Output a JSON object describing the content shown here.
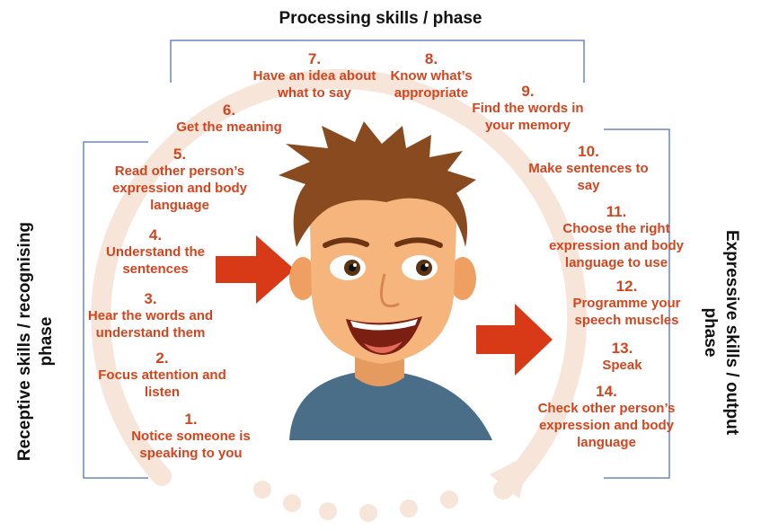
{
  "titles": {
    "top": "Processing skills / phase",
    "left": "Receptive skills / recognising phase",
    "right": "Expressive  skills / output phase"
  },
  "colors": {
    "accent": "#d2451e",
    "bracket": "#6b86c4",
    "circle": "#f6e5d8",
    "shirt": "#4a6d88",
    "skin": "#f2b27a",
    "hair": "#8a4a1f"
  },
  "steps": [
    {
      "num": "1.",
      "text": "Notice someone is speaking to you"
    },
    {
      "num": "2.",
      "text": "Focus attention and listen"
    },
    {
      "num": "3.",
      "text": "Hear the words and understand them"
    },
    {
      "num": "4.",
      "text": "Understand the sentences"
    },
    {
      "num": "5.",
      "text": "Read other person’s expression and body language"
    },
    {
      "num": "6.",
      "text": "Get the meaning"
    },
    {
      "num": "7.",
      "text": "Have an idea about what to say"
    },
    {
      "num": "8.",
      "text": "Know what’s appropriate"
    },
    {
      "num": "9.",
      "text": "Find the words in your memory"
    },
    {
      "num": "10.",
      "text": "Make sentences to say"
    },
    {
      "num": "11.",
      "text": "Choose the right expression and body language to use"
    },
    {
      "num": "12.",
      "text": "Programme your speech muscles"
    },
    {
      "num": "13.",
      "text": "Speak"
    },
    {
      "num": "14.",
      "text": "Check other person’s expression and body language"
    }
  ]
}
